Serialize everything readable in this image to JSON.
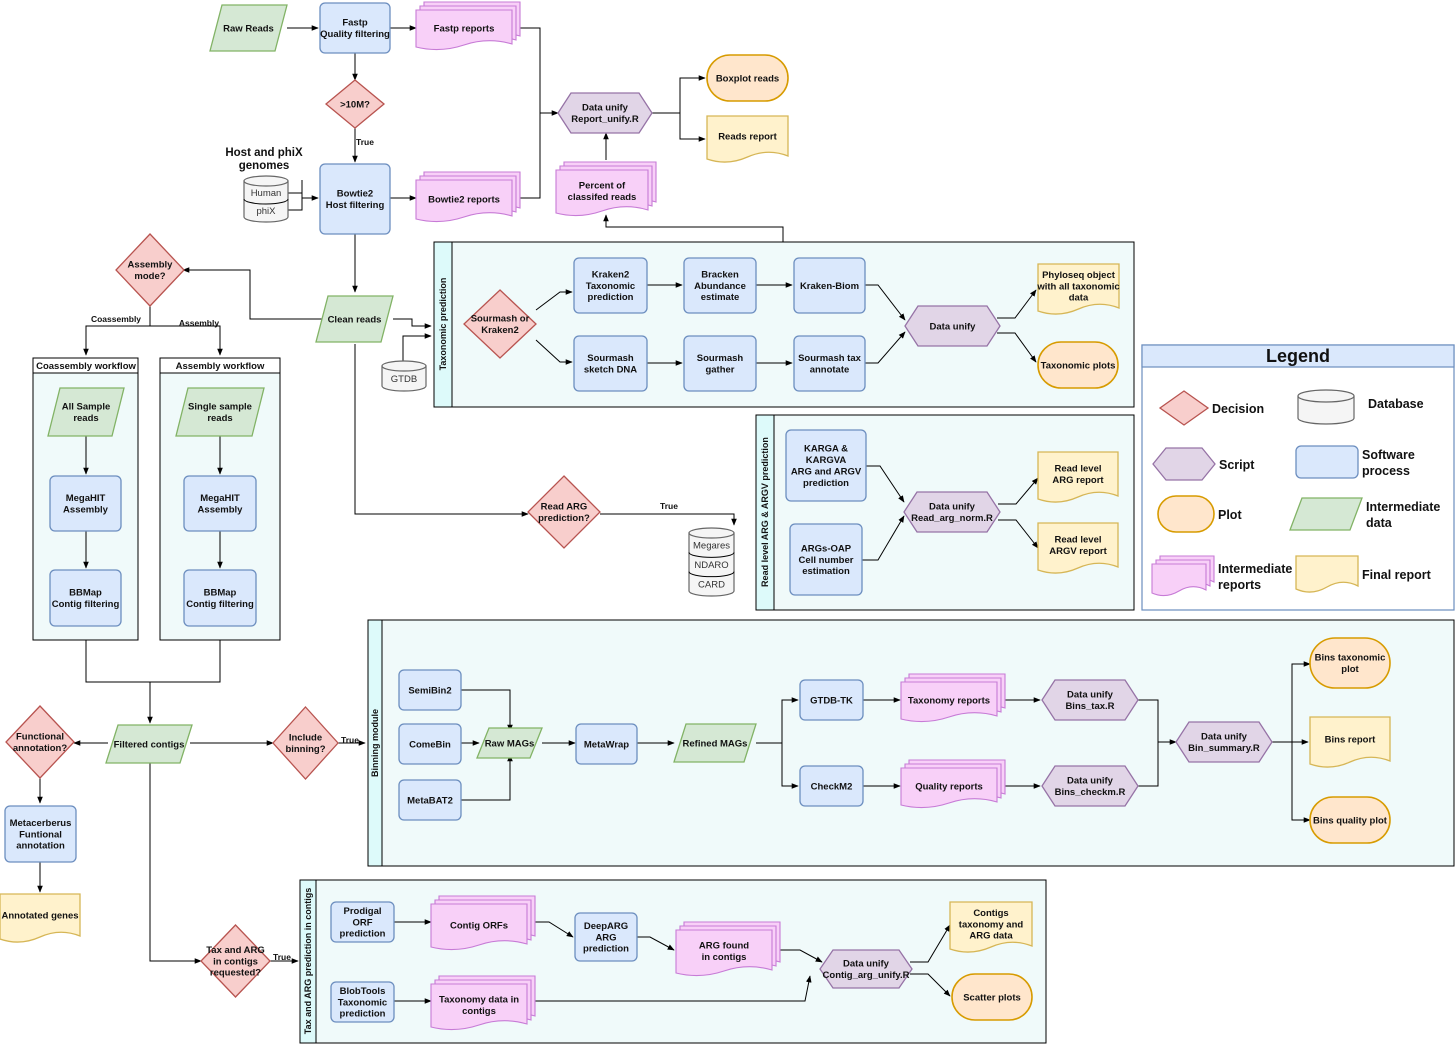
{
  "colors": {
    "software": "#dae8fc",
    "decision": "#f8cecc",
    "script": "#e1d5e7",
    "intermediate_data": "#d5e8d4",
    "plot": "#ffe6cc",
    "final_report": "#fff2cc",
    "intermediate_reports": "#f8d0f8",
    "legend_header": "#dae8fc"
  },
  "preprocessing": {
    "raw_reads": "Raw Reads",
    "fastp": [
      "Fastp",
      "Quality filtering"
    ],
    "fastp_reports": "Fastp reports",
    "gt10m": ">10M?",
    "true_label": "True",
    "host_title": [
      "Host and phiX",
      "genomes"
    ],
    "human": "Human",
    "phix": "phiX",
    "bowtie2": [
      "Bowtie2",
      "Host filtering"
    ],
    "bowtie2_reports": "Bowtie2 reports",
    "clean_reads": "Clean reads",
    "data_unify": [
      "Data unify",
      "Report_unify.R"
    ],
    "percent_classified": [
      "Percent of",
      "classifed reads"
    ],
    "boxplot_reads": "Boxplot reads",
    "reads_report": "Reads report",
    "gtdb": "GTDB"
  },
  "assembly": {
    "decision": [
      "Assembly",
      "mode?"
    ],
    "coassembly_label": "Coassembly",
    "assembly_label": "Assembly",
    "coassembly_title": "Coassembly workflow",
    "assembly_title": "Assembly workflow",
    "all_sample": [
      "All Sample",
      "reads"
    ],
    "single_sample": [
      "Single sample",
      "reads"
    ],
    "megahit": [
      "MegaHIT",
      "Assembly"
    ],
    "bbmap": [
      "BBMap",
      "Contig filtering"
    ],
    "filtered_contigs": "Filtered contigs"
  },
  "taxonomic": {
    "title": "Taxonomic prediction",
    "decision": [
      "Sourmash or",
      "Kraken2"
    ],
    "kraken2": [
      "Kraken2",
      "Taxonomic",
      "prediction"
    ],
    "bracken": [
      "Bracken",
      "Abundance",
      "estimate"
    ],
    "kraken_biom": "Kraken-Biom",
    "sketch": [
      "Sourmash",
      "sketch DNA"
    ],
    "gather": [
      "Sourmash",
      "gather"
    ],
    "tax_annotate": [
      "Sourmash tax",
      "annotate"
    ],
    "data_unify": "Data unify",
    "phyloseq": [
      "Phyloseq object",
      "with all taxonomic",
      "data"
    ],
    "plots": "Taxonomic plots"
  },
  "read_arg": {
    "title": "Read level ARG & ARGV prediction",
    "decision": [
      "Read ARG",
      "prediction?"
    ],
    "true_label": "True",
    "db": [
      "Megares",
      "NDARO",
      "CARD"
    ],
    "karga": [
      "KARGA &",
      "KARGVA",
      "ARG and ARGV",
      "prediction"
    ],
    "args_oap": [
      "ARGs-OAP",
      "Cell number",
      "estimation"
    ],
    "data_unify": [
      "Data unify",
      "Read_arg_norm.R"
    ],
    "arg_report": [
      "Read level",
      "ARG report"
    ],
    "argv_report": [
      "Read level",
      "ARGV report"
    ]
  },
  "binning": {
    "title": "Binning module",
    "decision": [
      "Include",
      "binning?"
    ],
    "true_label": "True",
    "semibin": "SemiBin2",
    "comebin": "ComeBin",
    "metabat": "MetaBAT2",
    "raw_mags": "Raw MAGs",
    "metawrap": "MetaWrap",
    "refined_mags": "Refined MAGs",
    "gtdbtk": "GTDB-TK",
    "checkm2": "CheckM2",
    "taxonomy_reports": "Taxonomy reports",
    "quality_reports": "Quality reports",
    "unify_tax": [
      "Data unify",
      "Bins_tax.R"
    ],
    "unify_checkm": [
      "Data unify",
      "Bins_checkm.R"
    ],
    "unify_summary": [
      "Data unify",
      "Bin_summary.R"
    ],
    "tax_plot": [
      "Bins taxonomic",
      "plot"
    ],
    "bins_report": "Bins report",
    "quality_plot": "Bins quality plot"
  },
  "functional": {
    "decision": [
      "Functional",
      "annotation?"
    ],
    "metacerberus": [
      "Metacerberus",
      "Funtional",
      "annotation"
    ],
    "annotated_genes": "Annotated genes"
  },
  "contigs": {
    "title": "Tax and ARG prediction in contigs",
    "decision": [
      "Tax and ARG",
      "in contigs",
      "requested?"
    ],
    "true_label": "True",
    "prodigal": [
      "Prodigal",
      "ORF",
      "prediction"
    ],
    "contig_orfs": "Contig ORFs",
    "deeparg": [
      "DeepARG",
      "ARG",
      "prediction"
    ],
    "arg_found": [
      "ARG found",
      "in contigs"
    ],
    "blobtools": [
      "BlobTools",
      "Taxonomic",
      "prediction"
    ],
    "taxonomy_data": [
      "Taxonomy data in",
      "contigs"
    ],
    "data_unify": [
      "Data unify",
      "Contig_arg_unify.R"
    ],
    "final_report": [
      "Contigs",
      "taxonomy and",
      "ARG data"
    ],
    "scatter": "Scatter plots"
  },
  "legend": {
    "title": "Legend",
    "decision": "Decision",
    "database": "Database",
    "script": "Script",
    "software": [
      "Software",
      "process"
    ],
    "plot": "Plot",
    "intermediate_data": [
      "Intermediate",
      "data"
    ],
    "intermediate_reports": [
      "Intermediate",
      "reports"
    ],
    "final_report": "Final report"
  }
}
